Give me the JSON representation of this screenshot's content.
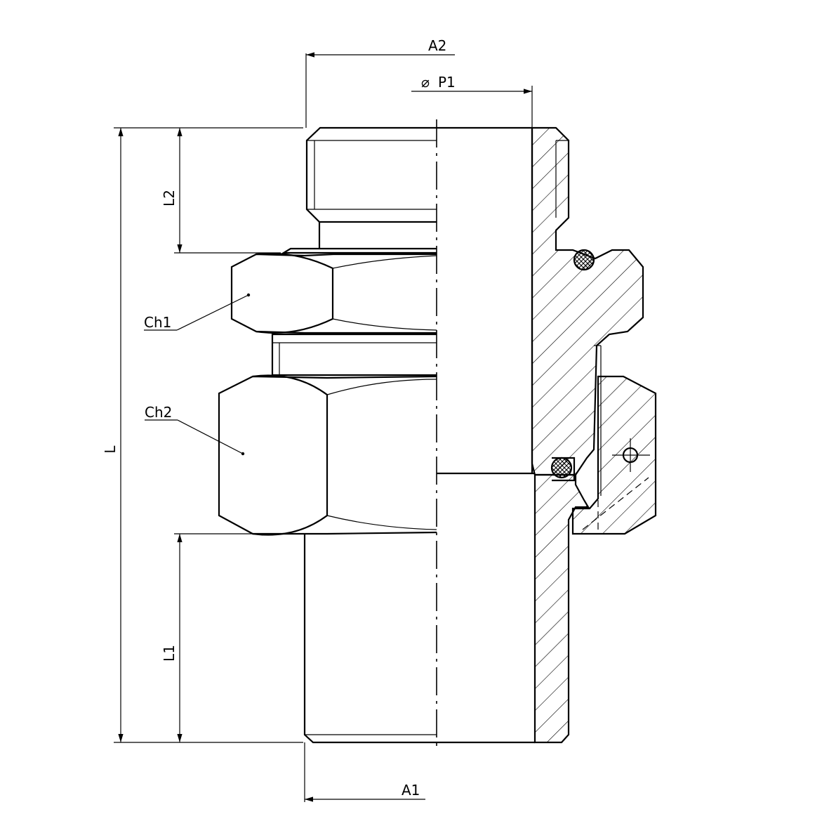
{
  "drawing": {
    "labels": {
      "a2": "A2",
      "p1": "P1",
      "diameter_symbol": "⌀",
      "l2": "L2",
      "l": "L",
      "l1": "L1",
      "a1": "A1",
      "ch1": "Ch1",
      "ch2": "Ch2"
    },
    "colors": {
      "line": "#000000",
      "background": "#ffffff"
    }
  }
}
